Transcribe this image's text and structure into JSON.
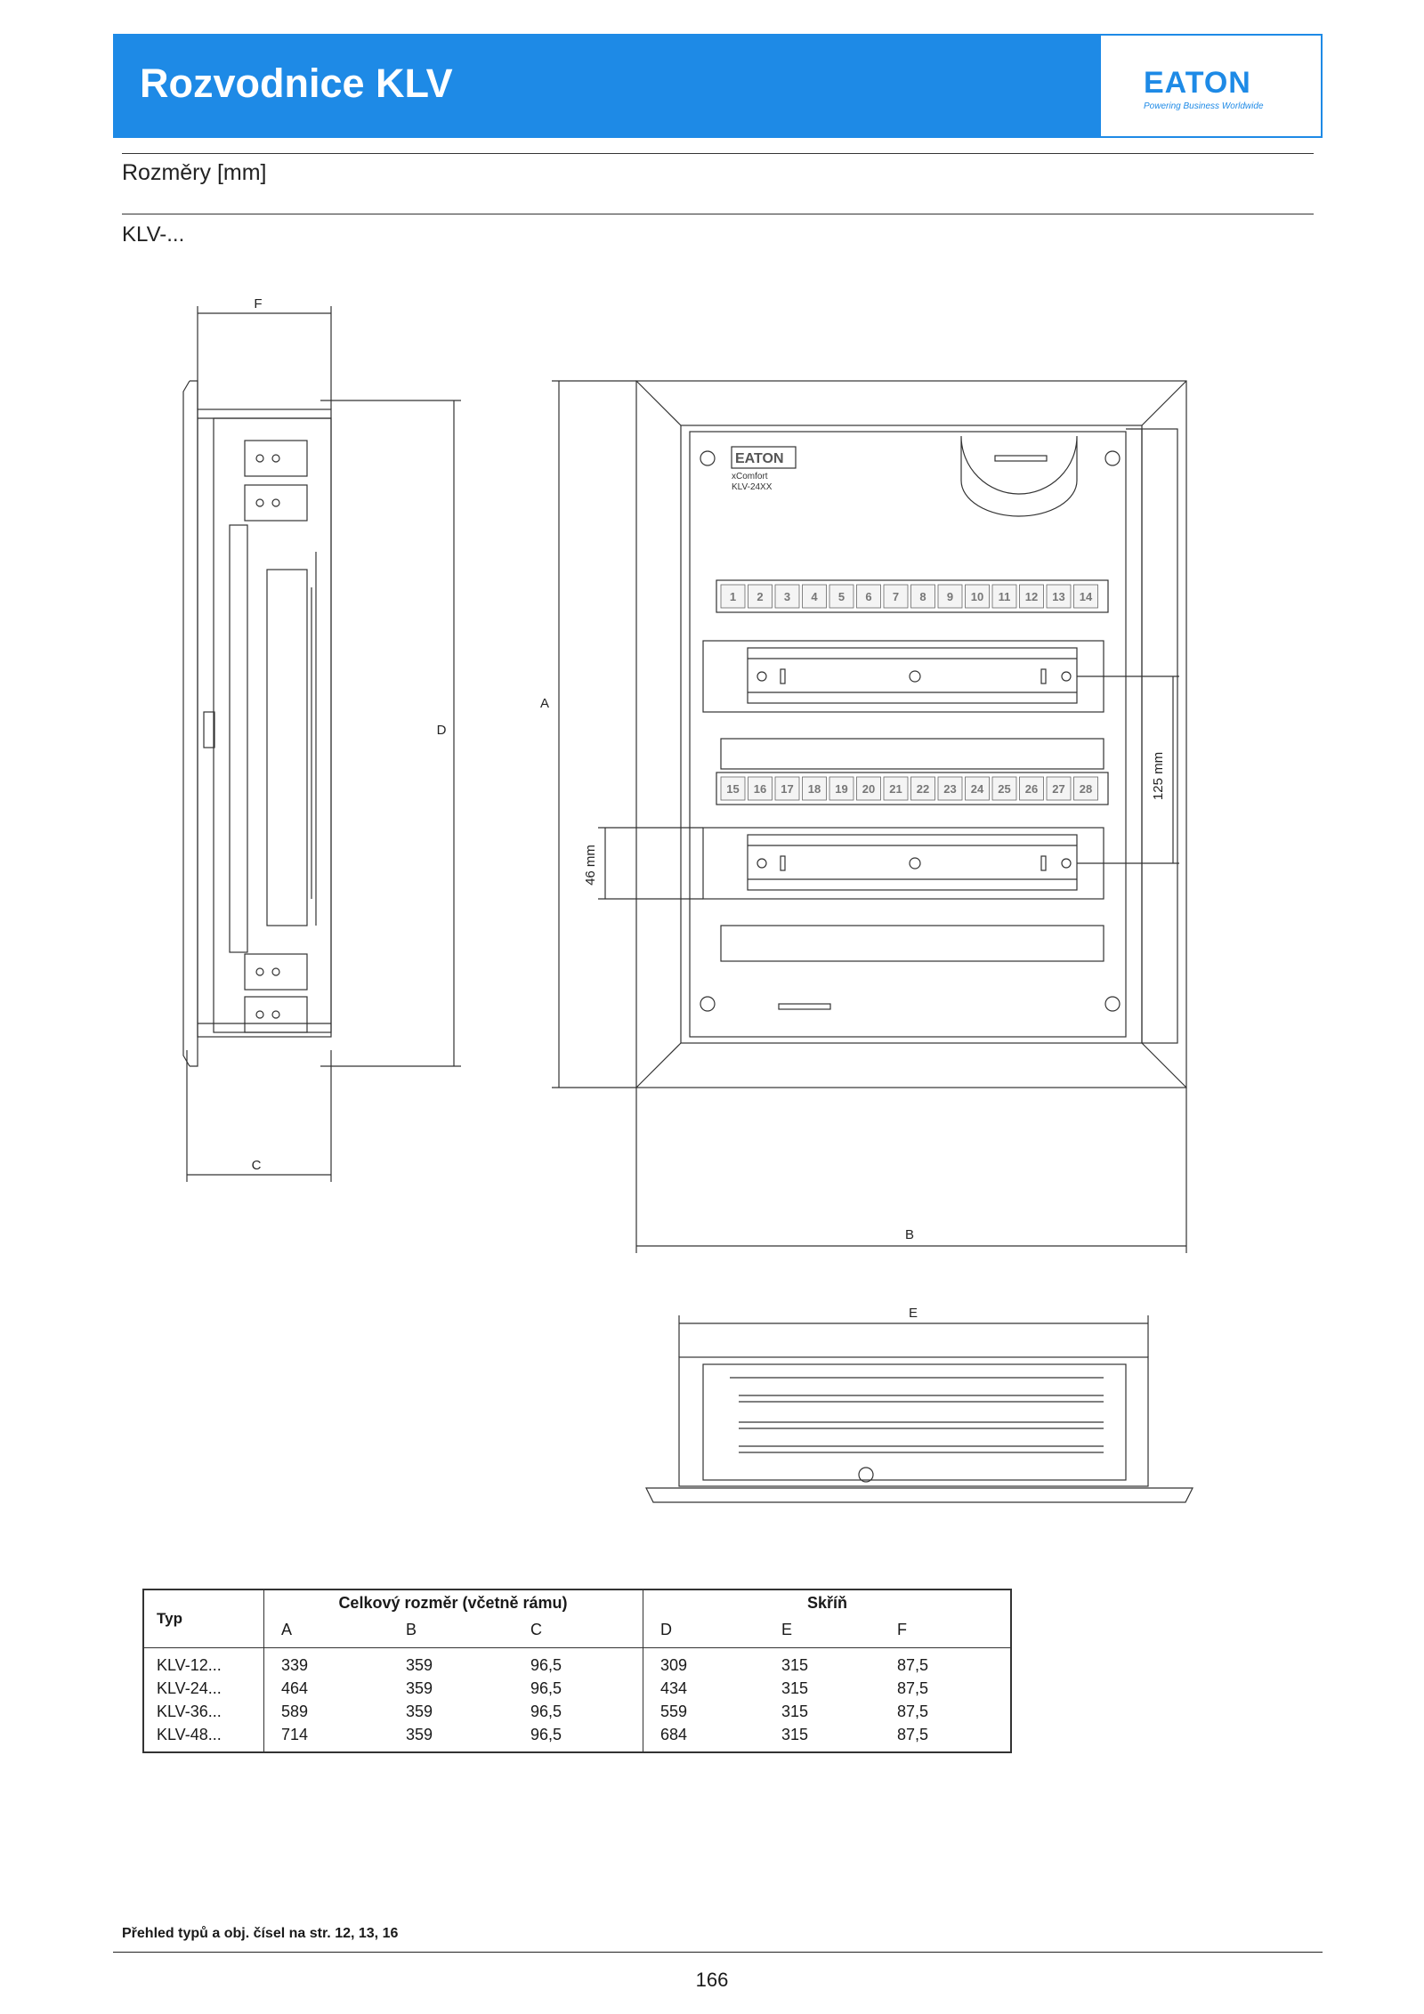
{
  "header": {
    "title": "Rozvodnice KLV",
    "logo": "EATON",
    "tagline": "Powering Business Worldwide",
    "brand_color": "#1e8ae6"
  },
  "section_title": "Rozměry [mm]",
  "subtitle": "KLV-...",
  "drawing": {
    "labels": {
      "a": "A",
      "b": "B",
      "c": "C",
      "d": "D",
      "e": "E",
      "f": "F"
    },
    "dim_125": "125 mm",
    "dim_46": "46 mm",
    "device_brand": "EATON",
    "device_line1": "xComfort",
    "device_line2": "KLV-24XX",
    "row1_numbers": [
      "1",
      "2",
      "3",
      "4",
      "5",
      "6",
      "7",
      "8",
      "9",
      "10",
      "11",
      "12",
      "13",
      "14"
    ],
    "row2_numbers": [
      "15",
      "16",
      "17",
      "18",
      "19",
      "20",
      "21",
      "22",
      "23",
      "24",
      "25",
      "26",
      "27",
      "28"
    ]
  },
  "table": {
    "col_typ": "Typ",
    "group1": "Celkový rozměr (včetně rámu)",
    "group2": "Skříň",
    "headers": [
      "A",
      "B",
      "C",
      "D",
      "E",
      "F"
    ],
    "rows": [
      [
        "KLV-12...",
        "339",
        "359",
        "96,5",
        "309",
        "315",
        "87,5"
      ],
      [
        "KLV-24...",
        "464",
        "359",
        "96,5",
        "434",
        "315",
        "87,5"
      ],
      [
        "KLV-36...",
        "589",
        "359",
        "96,5",
        "559",
        "315",
        "87,5"
      ],
      [
        "KLV-48...",
        "714",
        "359",
        "96,5",
        "684",
        "315",
        "87,5"
      ]
    ]
  },
  "footnote": "Přehled typů a obj. čísel na str. 12, 13, 16",
  "page_number": "166"
}
